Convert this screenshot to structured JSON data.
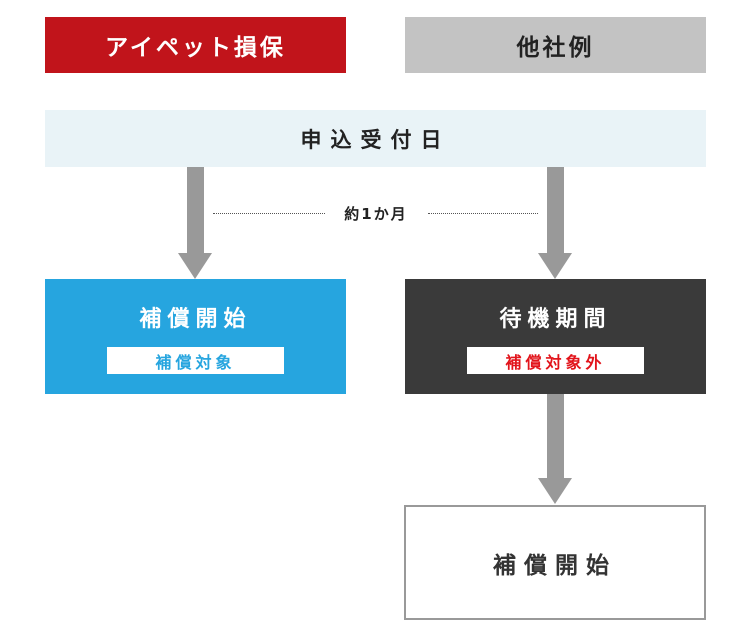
{
  "header": {
    "left_label": "アイペット損保",
    "right_label": "他社例"
  },
  "apply_label": "申込受付日",
  "interval_label": "約1か月",
  "left_box": {
    "title": "補償開始",
    "tag": "補償対象"
  },
  "right_box": {
    "title": "待機期間",
    "tag": "補償対象外"
  },
  "final_box": {
    "title": "補償開始"
  },
  "colors": {
    "brand_red": "#c1141b",
    "header_gray": "#c3c3c3",
    "apply_bg": "#e9f3f7",
    "blue": "#26a5df",
    "dark": "#3a3a3a",
    "alert_red": "#e2141b",
    "arrow_gray": "#999999"
  }
}
